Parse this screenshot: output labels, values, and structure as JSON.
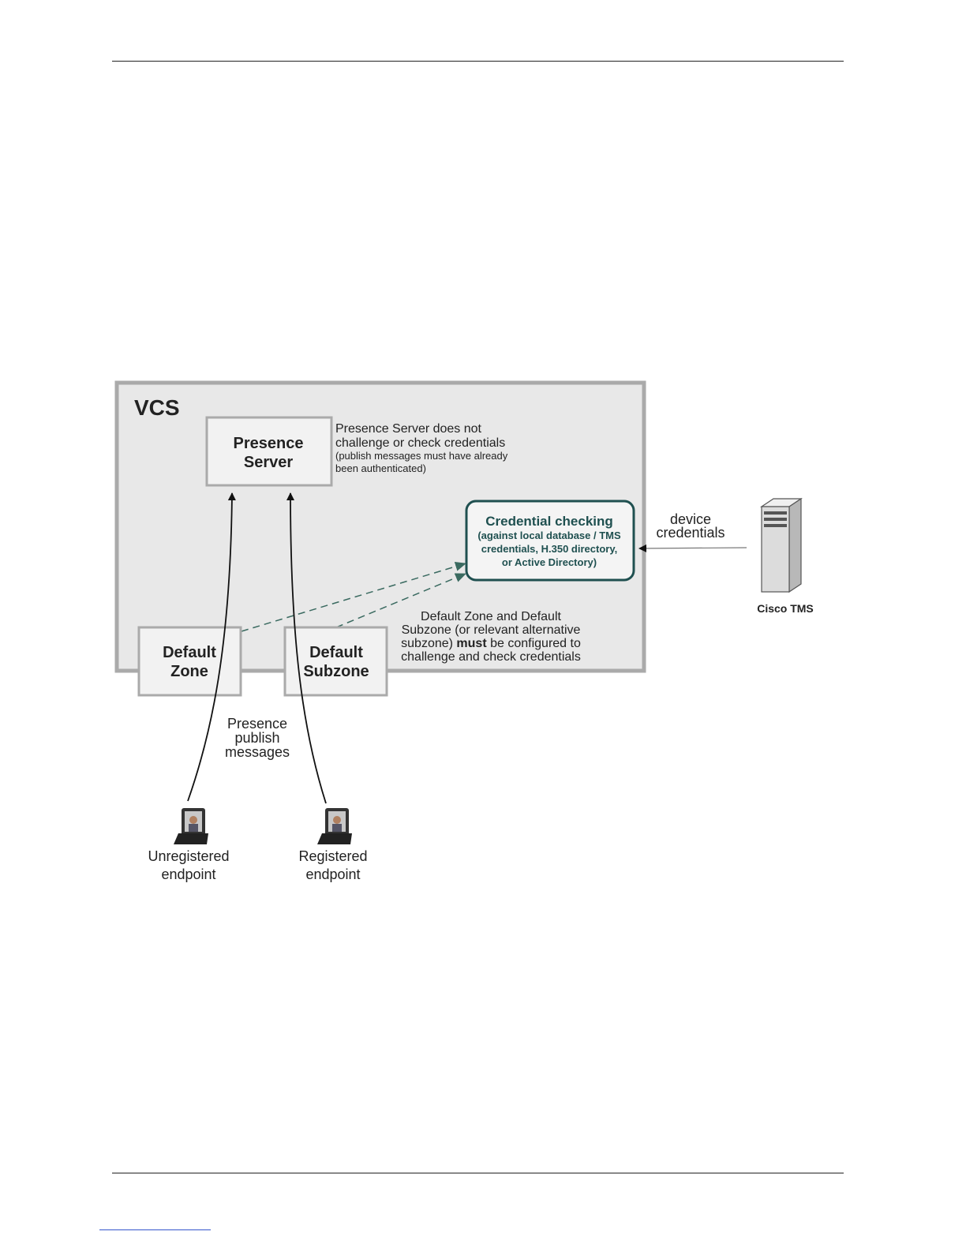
{
  "diagram": {
    "vcs_label": "VCS",
    "presence_server": {
      "line1": "Presence",
      "line2": "Server"
    },
    "presence_note": {
      "line1": "Presence Server does not",
      "line2": "challenge or check credentials",
      "line3": "(publish messages must have already",
      "line4": "been authenticated)"
    },
    "credential_checking": {
      "title": "Credential checking",
      "line1": "(against local database / TMS",
      "line2": "credentials, H.350 directory,",
      "line3": "or Active Directory)"
    },
    "device_credentials": {
      "line1": "device",
      "line2": "credentials"
    },
    "cisco_tms_label": "Cisco TMS",
    "default_zone": {
      "line1": "Default",
      "line2": "Zone"
    },
    "default_subzone": {
      "line1": "Default",
      "line2": "Subzone"
    },
    "zone_note": {
      "line1": "Default Zone and Default",
      "line2": "Subzone (or relevant alternative",
      "line3_pre": "subzone)",
      "line3_bold": "must",
      "line3_post": "be configured to",
      "line4": "challenge and check credentials"
    },
    "publish_label": {
      "line1": "Presence",
      "line2": "publish",
      "line3": "messages"
    },
    "unregistered_endpoint": {
      "line1": "Unregistered",
      "line2": "endpoint"
    },
    "registered_endpoint": {
      "line1": "Registered",
      "line2": "endpoint"
    },
    "colors": {
      "vcs_fill": "#e8e8e8",
      "box_border": "#aaaaaa",
      "credential_border": "#1f5050",
      "credential_text": "#1f5050",
      "dashed_arrow": "#3a6a60"
    }
  }
}
